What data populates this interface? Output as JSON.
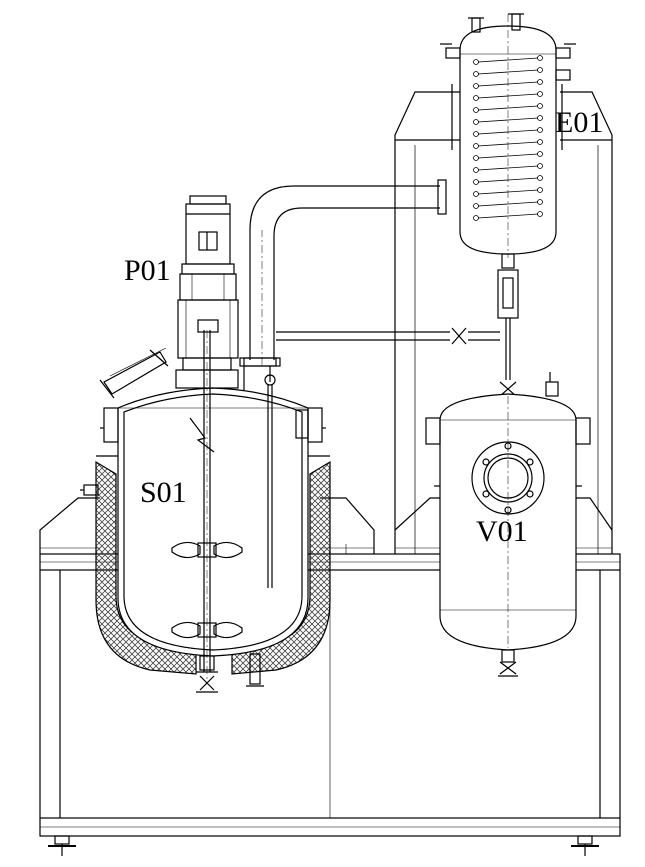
{
  "labels": {
    "p01": "P01",
    "s01": "S01",
    "e01": "E01",
    "v01": "V01"
  },
  "colors": {
    "line": "#000000",
    "background": "#ffffff",
    "insulation": "#444444"
  }
}
